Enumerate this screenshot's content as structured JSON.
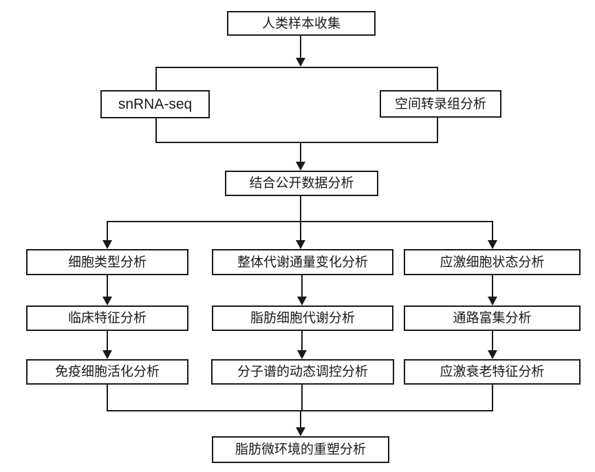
{
  "diagram_type": "flowchart",
  "colors": {
    "background": "#ffffff",
    "box_fill": "#ffffff",
    "box_border": "#1a1a1a",
    "line": "#1a1a1a",
    "text": "#1a1a1a"
  },
  "nodes": {
    "human_sample": {
      "label": "人类样本收集"
    },
    "snrna_seq": {
      "label": "snRNA-seq"
    },
    "spatial_transcriptomics": {
      "label": "空间转录组分析"
    },
    "public_data": {
      "label": "结合公开数据分析"
    },
    "cell_type": {
      "label": "细胞类型分析"
    },
    "metabolic_flux": {
      "label": "整体代谢通量变化分析"
    },
    "stress_cell_state": {
      "label": "应激细胞状态分析"
    },
    "clinical_features": {
      "label": "临床特征分析"
    },
    "adipocyte_metabolism": {
      "label": "脂肪细胞代谢分析"
    },
    "pathway_enrichment": {
      "label": "通路富集分析"
    },
    "immune_activation": {
      "label": "免疫细胞活化分析"
    },
    "molecular_dynamics": {
      "label": "分子谱的动态调控分析"
    },
    "stress_senescence": {
      "label": "应激衰老特征分析"
    },
    "microenvironment_remodeling": {
      "label": "脂肪微环境的重塑分析"
    }
  }
}
